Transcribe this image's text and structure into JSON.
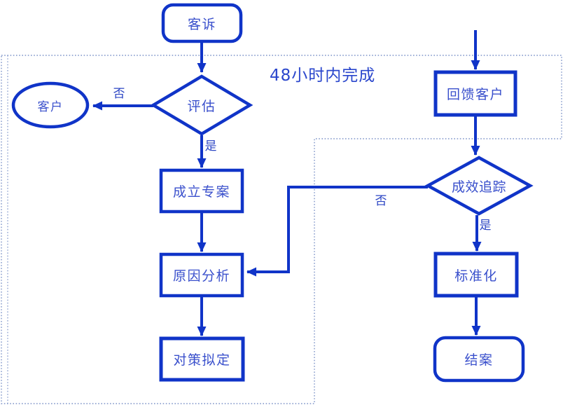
{
  "diagram": {
    "region_label": "48小时内完成",
    "nodes": {
      "complaint": {
        "label": "客诉",
        "shape": "rounded-rectangle"
      },
      "evaluate": {
        "label": "评估",
        "shape": "diamond"
      },
      "customer": {
        "label": "客户",
        "shape": "ellipse"
      },
      "project": {
        "label": "成立专案",
        "shape": "rectangle"
      },
      "cause": {
        "label": "原因分析",
        "shape": "rectangle"
      },
      "countermeasure": {
        "label": "对策拟定",
        "shape": "rectangle"
      },
      "feedback": {
        "label": "回馈客户",
        "shape": "rectangle"
      },
      "tracking": {
        "label": "成效追踪",
        "shape": "diamond"
      },
      "standardize": {
        "label": "标准化",
        "shape": "rectangle"
      },
      "close": {
        "label": "结案",
        "shape": "rounded-rectangle"
      }
    },
    "edge_labels": {
      "evaluate_no": "否",
      "evaluate_yes": "是",
      "tracking_no": "否",
      "tracking_yes": "是"
    },
    "colors": {
      "line": "#1034c8",
      "node_text": "#3a50cc",
      "dotted_border": "#7d93c8",
      "background": "#ffffff"
    }
  }
}
